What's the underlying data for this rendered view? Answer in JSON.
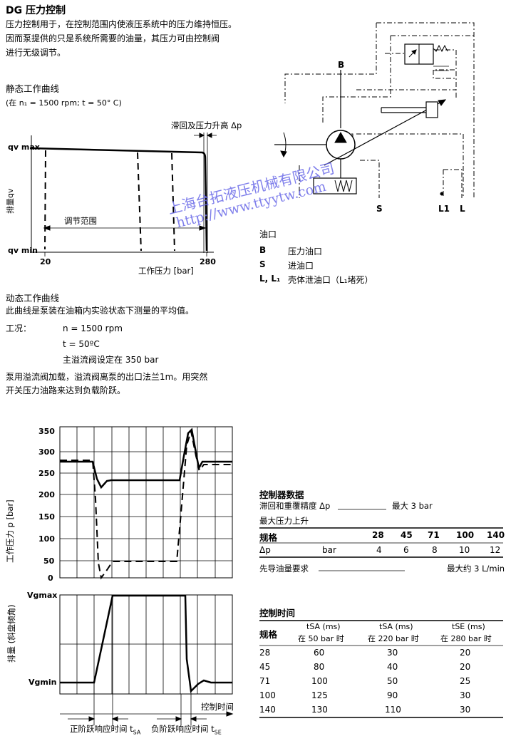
{
  "title": "DG 压力控制",
  "intro": [
    "压力控制用于，在控制范围内使液压系统中的压力维持恒压。",
    "因而泵提供的只是系统所需要的油量，其压力可由控制阀",
    "进行无级调节。"
  ],
  "static_curve": {
    "heading": "静态工作曲线",
    "condition": "(在 n₁ = 1500 rpm; t = 50° C)",
    "annotation": "滞回及压力升高 Δp",
    "y_top": "qv max",
    "y_bottom": "qv min",
    "y_label": "排量qv",
    "range_label": "调节范围",
    "x_min": "20",
    "x_max": "280",
    "x_label": "工作压力 [bar]"
  },
  "circuit": {
    "port_b": "B",
    "port_s": "S",
    "port_l1": "L1",
    "port_l": "L"
  },
  "watermark": {
    "line1": "上海台拓液压机械有限公司",
    "line2": "http://www.ttyytw.com"
  },
  "ports": {
    "heading": "油口",
    "rows": [
      {
        "code": "B",
        "desc": "压力油口"
      },
      {
        "code": "S",
        "desc": "进油口"
      },
      {
        "code": "L, L₁",
        "desc": "壳体泄油口（L₁堵死）"
      }
    ]
  },
  "dynamic_curve": {
    "heading": "动态工作曲线",
    "desc": "此曲线是泵装在油箱内实验状态下测量的平均值。",
    "cond_label": "工况：",
    "cond_1": "n = 1500 rpm",
    "cond_2": "t = 50ºC",
    "cond_3": "主溢流阀设定在 350 bar",
    "note_1": "泵用溢流阀加载，溢流阀离泵的出口法兰1m。用突然",
    "note_2": "开关压力油路来达到负载阶跃。"
  },
  "chart_data": [
    {
      "type": "line",
      "ylabel": "工作压力 p [bar]",
      "yticks": [
        "350",
        "300",
        "250",
        "200",
        "150",
        "100",
        "50",
        "0"
      ],
      "ylim": [
        0,
        350
      ],
      "grid": true,
      "series": [
        {
          "style": "solid",
          "x": [
            0,
            4,
            5,
            6,
            7,
            26,
            28,
            30,
            31,
            32,
            34,
            40
          ],
          "y": [
            278,
            278,
            220,
            235,
            235,
            235,
            290,
            350,
            320,
            260,
            278,
            278
          ]
        },
        {
          "style": "dashed",
          "x": [
            0,
            4,
            5,
            6,
            7,
            26,
            28,
            30,
            31,
            32,
            34,
            40
          ],
          "y": [
            275,
            275,
            0,
            0,
            50,
            50,
            250,
            345,
            300,
            265,
            275,
            275
          ]
        }
      ]
    },
    {
      "type": "line",
      "ylabel": "排量 (斜盘倾角)",
      "ytick_top": "Vgmax",
      "ytick_bottom": "Vgmin",
      "xlabel": "控制时间",
      "grid": true,
      "series": [
        {
          "style": "solid",
          "x": [
            0,
            4,
            6.7,
            16.7,
            16.9,
            17.5,
            18.3,
            20,
            22
          ],
          "y": [
            0,
            0,
            1,
            1,
            1,
            0,
            0.05,
            0,
            0
          ]
        }
      ],
      "time_labels": [
        "正阶跃响应时间 t",
        "SA",
        "负阶跃响应时间 t",
        "SE"
      ]
    }
  ],
  "controller": {
    "heading": "控制器数据",
    "hysteresis_label": "滞回和重覆精度 Δp",
    "hysteresis_value": "最大 3 bar",
    "rise_label": "最大压力上升",
    "table_header": [
      "规格",
      "28",
      "45",
      "71",
      "100",
      "140"
    ],
    "row_label": "Δp",
    "row_unit": "bar",
    "row_values": [
      "4",
      "6",
      "8",
      "10",
      "12"
    ],
    "pilot_label": "先导油量要求",
    "pilot_value": "最大约 3 L/min"
  },
  "control_time": {
    "heading": "控制时间",
    "col_1": "规格",
    "col_2": "tSA (ms)",
    "col_2_sub": "在 50 bar 时",
    "col_3": "tSA (ms)",
    "col_3_sub": "在 220 bar 时",
    "col_4": "tSE (ms)",
    "col_4_sub": "在 280 bar 时",
    "rows": [
      [
        "28",
        "60",
        "30",
        "20"
      ],
      [
        "45",
        "80",
        "40",
        "20"
      ],
      [
        "71",
        "100",
        "50",
        "25"
      ],
      [
        "100",
        "125",
        "90",
        "30"
      ],
      [
        "140",
        "130",
        "110",
        "30"
      ]
    ]
  }
}
